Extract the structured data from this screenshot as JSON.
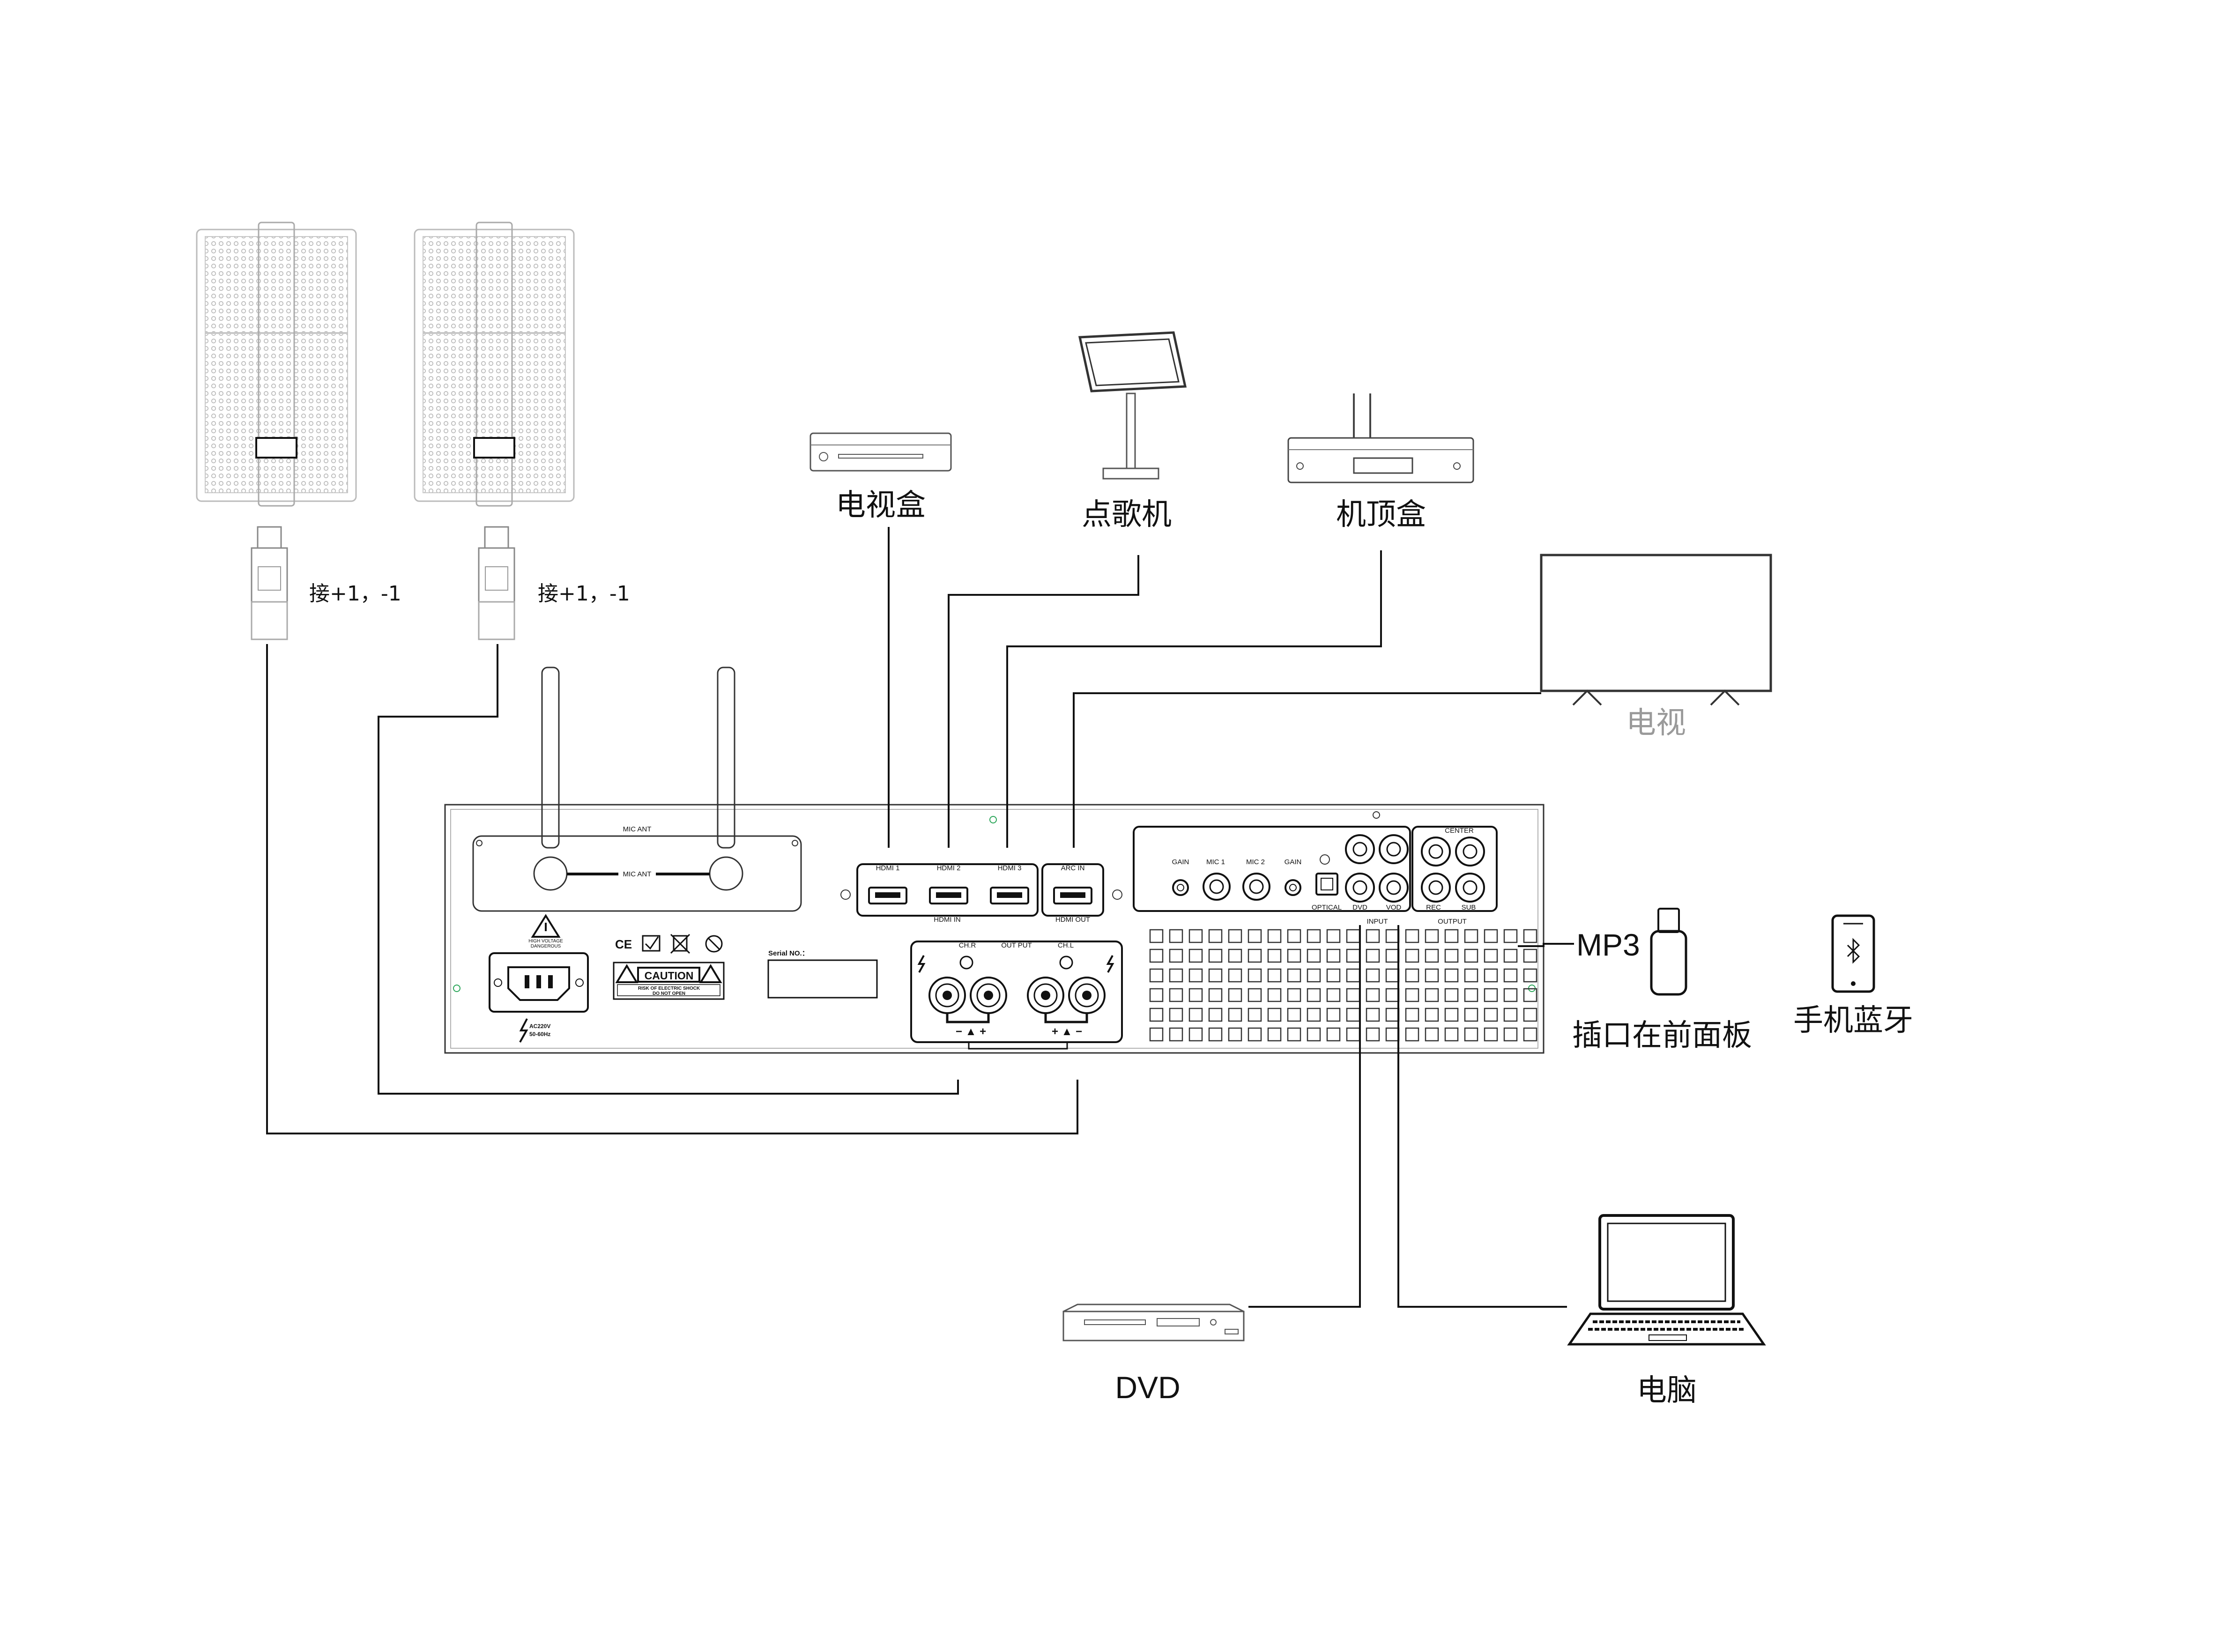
{
  "devices": {
    "tv_box": "电视盒",
    "song_machine": "点歌机",
    "set_top_box": "机顶盒",
    "tv": "电视",
    "mp3": "MP3",
    "mp3_note": "插口在前面板",
    "phone_bt": "手机蓝牙",
    "dvd": "DVD",
    "computer": "电脑"
  },
  "speakers": {
    "left_note": "接+1，-1",
    "right_note": "接+1，-1"
  },
  "panel": {
    "mic_ant_top": "MIC ANT",
    "mic_ant_inner": "MIC ANT",
    "hdmi1": "HDMI 1",
    "hdmi2": "HDMI 2",
    "hdmi3": "HDMI 3",
    "hdmi_in": "HDMI IN",
    "arc_in": "ARC IN",
    "hdmi_out": "HDMI OUT",
    "gain1": "GAIN",
    "mic1": "MIC 1",
    "mic2": "MIC 2",
    "gain2": "GAIN",
    "optical": "OPTICAL",
    "dvd_in": "DVD",
    "vod_in": "VOD",
    "input": "INPUT",
    "center": "CENTER",
    "rec": "REC",
    "sub": "SUB",
    "output": "OUTPUT",
    "serial": "Serial NO.：",
    "ch_r": "CH.R",
    "out_put": "OUT PUT",
    "ch_l": "CH.L",
    "caution": "CAUTION",
    "risk1": "RISK OF ELECTRIC SHOCK",
    "risk2": "DO NOT OPEN",
    "hv1": "HIGH VOLTAGE",
    "hv2": "DANGEROUS",
    "ce": "CE",
    "ac1": "AC220V",
    "ac2": "50-60Hz"
  },
  "colors": {
    "line": "#111111",
    "speaker_grill": "#bdbdbd",
    "tv_label": "#9a9a9a",
    "panel_dot": "#2ca65a"
  }
}
